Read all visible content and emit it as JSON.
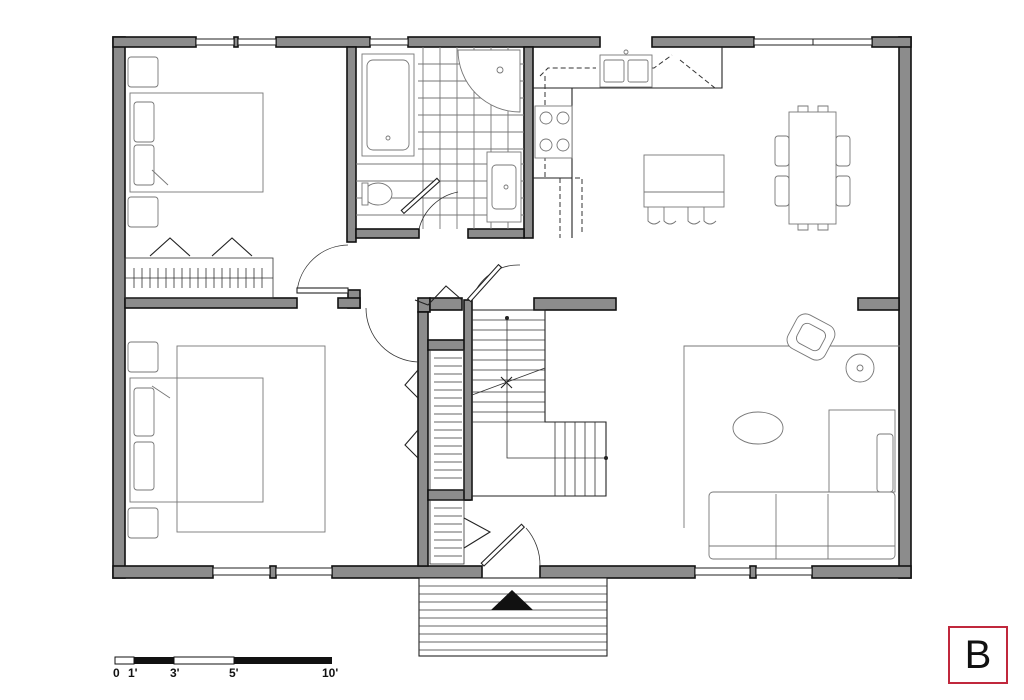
{
  "plan_label": "B",
  "scale_bar": {
    "ticks": [
      {
        "label": "0",
        "feet": 0
      },
      {
        "label": "1'",
        "feet": 1
      },
      {
        "label": "3'",
        "feet": 3
      },
      {
        "label": "5'",
        "feet": 5
      },
      {
        "label": "10'",
        "feet": 10
      }
    ]
  },
  "colors": {
    "wall": "#8c8c8c",
    "label_border": "#c0283c"
  }
}
